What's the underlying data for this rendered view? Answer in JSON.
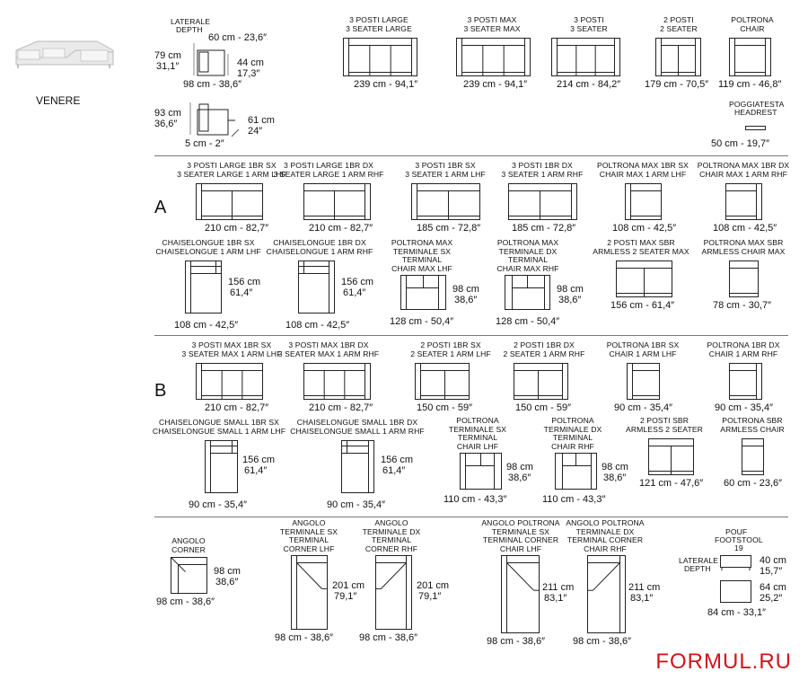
{
  "product_name": "VENERE",
  "brand": "FORMUL.RU",
  "depth": {
    "label_1": "LATERALE",
    "label_2": "DEPTH",
    "width": "60 cm - 23,6″",
    "height_cm": "79 cm",
    "height_in": "31,1″",
    "seat_cm": "44 cm",
    "seat_in": "17,3″",
    "depth": "98 cm - 38,6″",
    "h2_cm": "93 cm",
    "h2_in": "36,6″",
    "r_cm": "61 cm",
    "r_in": "24″",
    "step": "5 cm - 2″"
  },
  "headrest": {
    "label_1": "POGGIATESTA",
    "label_2": "HEADREST",
    "dim": "50 cm - 19,7″"
  },
  "section_a": "A",
  "section_b": "B",
  "items": [
    {
      "l1": "3 POSTI LARGE",
      "l2": "3 SEATER LARGE",
      "dim": "239 cm - 94,1″"
    },
    {
      "l1": "3 POSTI MAX",
      "l2": "3 SEATER MAX",
      "dim": "239 cm - 94,1″"
    },
    {
      "l1": "3 POSTI",
      "l2": "3 SEATER",
      "dim": "214 cm - 84,2″"
    },
    {
      "l1": "2 POSTI",
      "l2": "2 SEATER",
      "dim": "179 cm - 70,5″"
    },
    {
      "l1": "POLTRONA",
      "l2": "CHAIR",
      "dim": "119 cm - 46,8″"
    },
    {
      "l1": "3 POSTI LARGE 1BR SX",
      "l2": "3 SEATER LARGE 1 ARM LHF",
      "dim": "210 cm - 82,7″"
    },
    {
      "l1": "3 POSTI LARGE 1BR DX",
      "l2": "3 SEATER LARGE 1 ARM RHF",
      "dim": "210 cm - 82,7″"
    },
    {
      "l1": "3 POSTI 1BR SX",
      "l2": "3 SEATER 1 ARM LHF",
      "dim": "185 cm - 72,8″"
    },
    {
      "l1": "3 POSTI 1BR DX",
      "l2": "3 SEATER 1 ARM RHF",
      "dim": "185 cm - 72,8″"
    },
    {
      "l1": "POLTRONA MAX 1BR SX",
      "l2": "CHAIR MAX 1 ARM LHF",
      "dim": "108 cm - 42,5″"
    },
    {
      "l1": "POLTRONA MAX 1BR DX",
      "l2": "CHAIR MAX 1 ARM RHF",
      "dim": "108 cm - 42,5″"
    },
    {
      "l1": "CHAISELONGUE 1BR SX",
      "l2": "CHAISELONGUE 1 ARM LHF",
      "dim": "108 cm - 42,5″",
      "d1": "156 cm",
      "d2": "61,4″"
    },
    {
      "l1": "CHAISELONGUE 1BR DX",
      "l2": "CHAISELONGUE 1 ARM RHF",
      "dim": "108 cm - 42,5″",
      "d1": "156 cm",
      "d2": "61,4″"
    },
    {
      "l1": "POLTRONA MAX",
      "l2": "TERMINALE  SX",
      "l3": "TERMINAL",
      "l4": "CHAIR MAX LHF",
      "dim": "128 cm - 50,4″",
      "d1": "98 cm",
      "d2": "38,6″"
    },
    {
      "l1": "POLTRONA MAX",
      "l2": "TERMINALE  DX",
      "l3": "TERMINAL",
      "l4": "CHAIR MAX RHF",
      "dim": "128 cm - 50,4″",
      "d1": "98 cm",
      "d2": "38,6″"
    },
    {
      "l1": "2 POSTI MAX SBR",
      "l2": "ARMLESS 2 SEATER MAX",
      "dim": "156 cm - 61,4″"
    },
    {
      "l1": "POLTRONA MAX SBR",
      "l2": "ARMLESS CHAIR MAX",
      "dim": "78 cm - 30,7″"
    },
    {
      "l1": "3 POSTI MAX 1BR SX",
      "l2": "3 SEATER MAX 1 ARM LHF",
      "dim": "210 cm - 82,7″"
    },
    {
      "l1": "3 POSTI MAX 1BR DX",
      "l2": "3 SEATER MAX 1 ARM RHF",
      "dim": "210 cm - 82,7″"
    },
    {
      "l1": "2 POSTI 1BR SX",
      "l2": "2 SEATER 1 ARM LHF",
      "dim": "150 cm - 59″"
    },
    {
      "l1": "2 POSTI 1BR DX",
      "l2": "2 SEATER 1 ARM RHF",
      "dim": "150 cm - 59″"
    },
    {
      "l1": "POLTRONA 1BR SX",
      "l2": "CHAIR 1 ARM LHF",
      "dim": "90 cm - 35,4″"
    },
    {
      "l1": "POLTRONA 1BR DX",
      "l2": "CHAIR 1 ARM RHF",
      "dim": "90 cm - 35,4″"
    },
    {
      "l1": "CHAISELONGUE SMALL 1BR SX",
      "l2": "CHAISELONGUE SMALL 1 ARM LHF",
      "dim": "90 cm - 35,4″",
      "d1": "156 cm",
      "d2": "61,4″"
    },
    {
      "l1": "CHAISELONGUE SMALL 1BR DX",
      "l2": "CHAISELONGUE SMALL 1 ARM RHF",
      "dim": "90 cm - 35,4″",
      "d1": "156 cm",
      "d2": "61,4″"
    },
    {
      "l1": "POLTRONA",
      "l2": "TERMINALE  SX",
      "l3": "TERMINAL",
      "l4": "CHAIR LHF",
      "dim": "110 cm - 43,3″",
      "d1": "98 cm",
      "d2": "38,6″"
    },
    {
      "l1": "POLTRONA",
      "l2": "TERMINALE  DX",
      "l3": "TERMINAL",
      "l4": "CHAIR RHF",
      "dim": "110 cm - 43,3″",
      "d1": "98 cm",
      "d2": "38,6″"
    },
    {
      "l1": "2 POSTI SBR",
      "l2": "ARMLESS 2 SEATER",
      "dim": "121 cm - 47,6″"
    },
    {
      "l1": "POLTRONA SBR",
      "l2": "ARMLESS CHAIR",
      "dim": "60 cm - 23,6″"
    },
    {
      "l1": "ANGOLO",
      "l2": "CORNER",
      "dim": "98 cm - 38,6″",
      "d1": "98 cm",
      "d2": "38,6″"
    },
    {
      "l1": "ANGOLO",
      "l2": "TERMINALE SX",
      "l3": "TERMINAL",
      "l4": "CORNER LHF",
      "dim": "98 cm - 38,6″",
      "d1": "201 cm",
      "d2": "79,1″"
    },
    {
      "l1": "ANGOLO",
      "l2": "TERMINALE DX",
      "l3": "TERMINAL",
      "l4": "CORNER RHF",
      "dim": "98 cm - 38,6″",
      "d1": "201 cm",
      "d2": "79,1″"
    },
    {
      "l1": "ANGOLO POLTRONA",
      "l2": "TERMINALE  SX",
      "l3": "TERMINAL CORNER",
      "l4": "CHAIR LHF",
      "dim": "98 cm - 38,6″",
      "d1": "211 cm",
      "d2": "83,1″"
    },
    {
      "l1": "ANGOLO POLTRONA",
      "l2": "TERMINALE  DX",
      "l3": "TERMINAL CORNER",
      "l4": "CHAIR RHF",
      "dim": "98 cm - 38,6″",
      "d1": "211 cm",
      "d2": "83,1″"
    }
  ],
  "pouf": {
    "l1": "POUF",
    "l2": "FOOTSTOOL",
    "l3": "19",
    "side_1": "LATERALE",
    "side_2": "DEPTH",
    "h_cm": "40 cm",
    "h_in": "15,7″",
    "d_cm": "64 cm",
    "d_in": "25,2″",
    "w": "84 cm - 33,1″"
  }
}
